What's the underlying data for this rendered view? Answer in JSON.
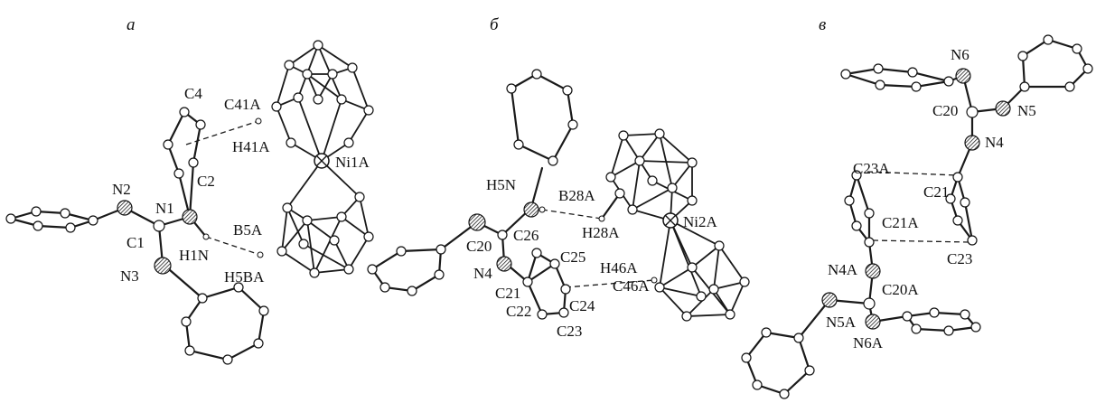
{
  "panels": [
    {
      "label": "а",
      "atom_labels": [
        "C4",
        "C41A",
        "H41A",
        "C2",
        "Ni1A",
        "N2",
        "N1",
        "C1",
        "H1N",
        "B5A",
        "N3",
        "H5BA"
      ]
    },
    {
      "label": "б",
      "atom_labels": [
        "H5N",
        "B28A",
        "Ni2A",
        "H28A",
        "C20",
        "C26",
        "C25",
        "H46A",
        "N4",
        "C21",
        "C24",
        "C46A",
        "C22",
        "C23"
      ]
    },
    {
      "label": "в",
      "atom_labels": [
        "N6",
        "C20",
        "N5",
        "N4",
        "C23A",
        "C21",
        "C21A",
        "C23",
        "N4A",
        "C20A",
        "N5A",
        "N6A"
      ]
    }
  ]
}
